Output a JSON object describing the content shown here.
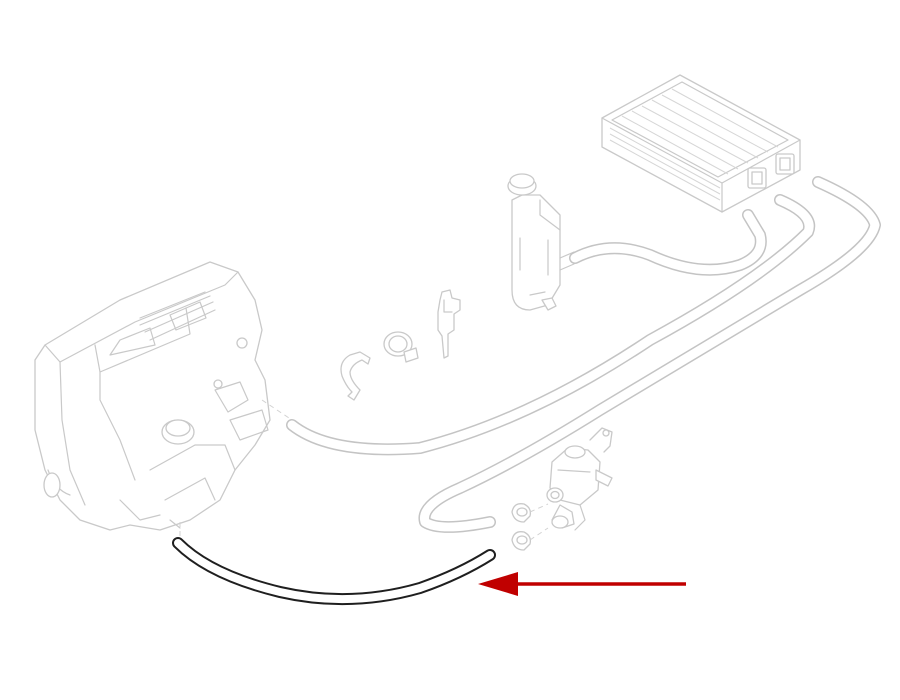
{
  "diagram": {
    "highlight_color": "#1f1f1f",
    "arrow_color": "#c00000",
    "ghost_color": "#c9c9c9",
    "parts": [
      {
        "id": "engine-block"
      },
      {
        "id": "heater-core"
      },
      {
        "id": "expansion-tank"
      },
      {
        "id": "hose-clamp-clip"
      },
      {
        "id": "hose-clamp-ring"
      },
      {
        "id": "hose-connector"
      },
      {
        "id": "heater-valve"
      },
      {
        "id": "coolant-hose-highlighted",
        "highlighted": true
      }
    ]
  }
}
